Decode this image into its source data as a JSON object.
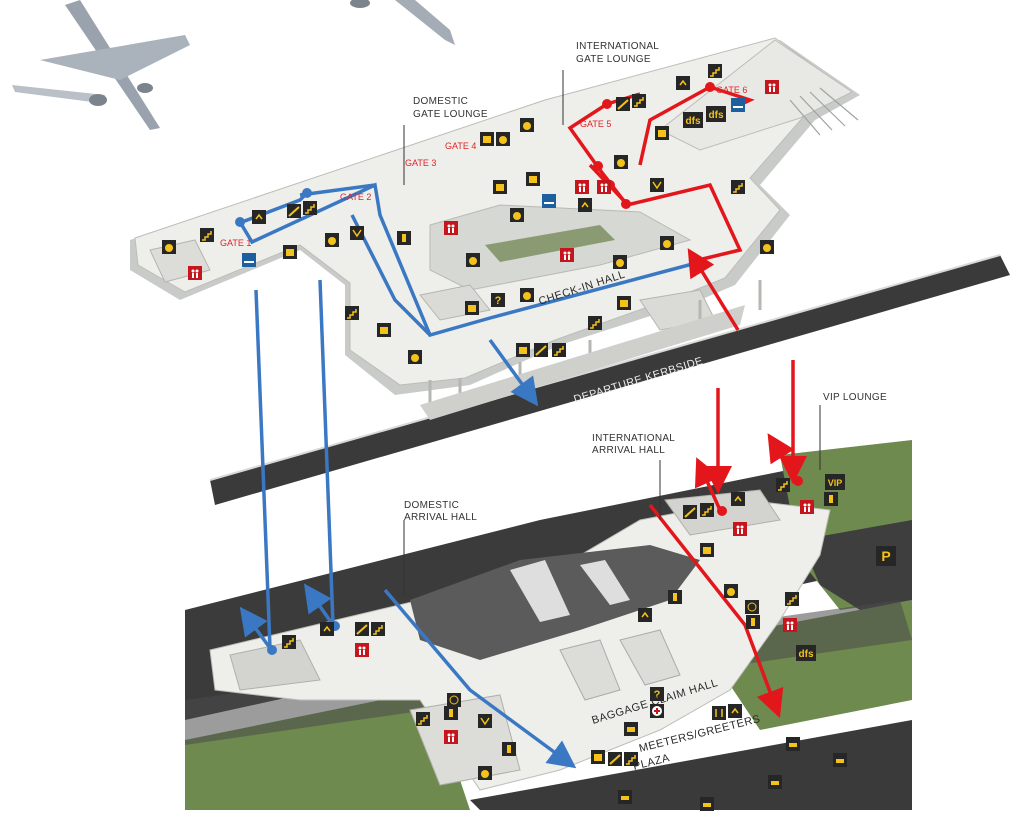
{
  "labels": {
    "international_gate_lounge": [
      "INTERNATIONAL",
      "GATE LOUNGE"
    ],
    "domestic_gate_lounge": [
      "DOMESTIC",
      "GATE LOUNGE"
    ],
    "check_in_hall": "CHECK-IN HALL",
    "departure_kerbside": "DEPARTURE KERBSIDE",
    "vip_lounge": "VIP LOUNGE",
    "international_arrival_hall": [
      "INTERNATIONAL",
      "ARRIVAL HALL"
    ],
    "domestic_arrival_hall": [
      "DOMESTIC",
      "ARRIVAL HALL"
    ],
    "baggage_claim_hall": "BAGGAGE CLAIM HALL",
    "meeters_greeters_plaza": [
      "MEETERS/GREETERS",
      "PLAZA"
    ]
  },
  "gates": [
    "GATE 1",
    "GATE 2",
    "GATE 3",
    "GATE 4",
    "GATE 5",
    "GATE 6"
  ],
  "icon_text": {
    "dfs": "dfs",
    "vip": "VIP",
    "parking": "P",
    "help": "?"
  },
  "colors": {
    "domestic_route": "#3b78c4",
    "international_route": "#e3161b",
    "icon_bg": "#262626",
    "icon_fg": "#f3c31b",
    "toilet_bg": "#c4161c",
    "smoking_bg": "#1e5fa0",
    "road": "#3a3a3a",
    "grass": "#6f8a4e",
    "floor": "#eeeeea"
  }
}
